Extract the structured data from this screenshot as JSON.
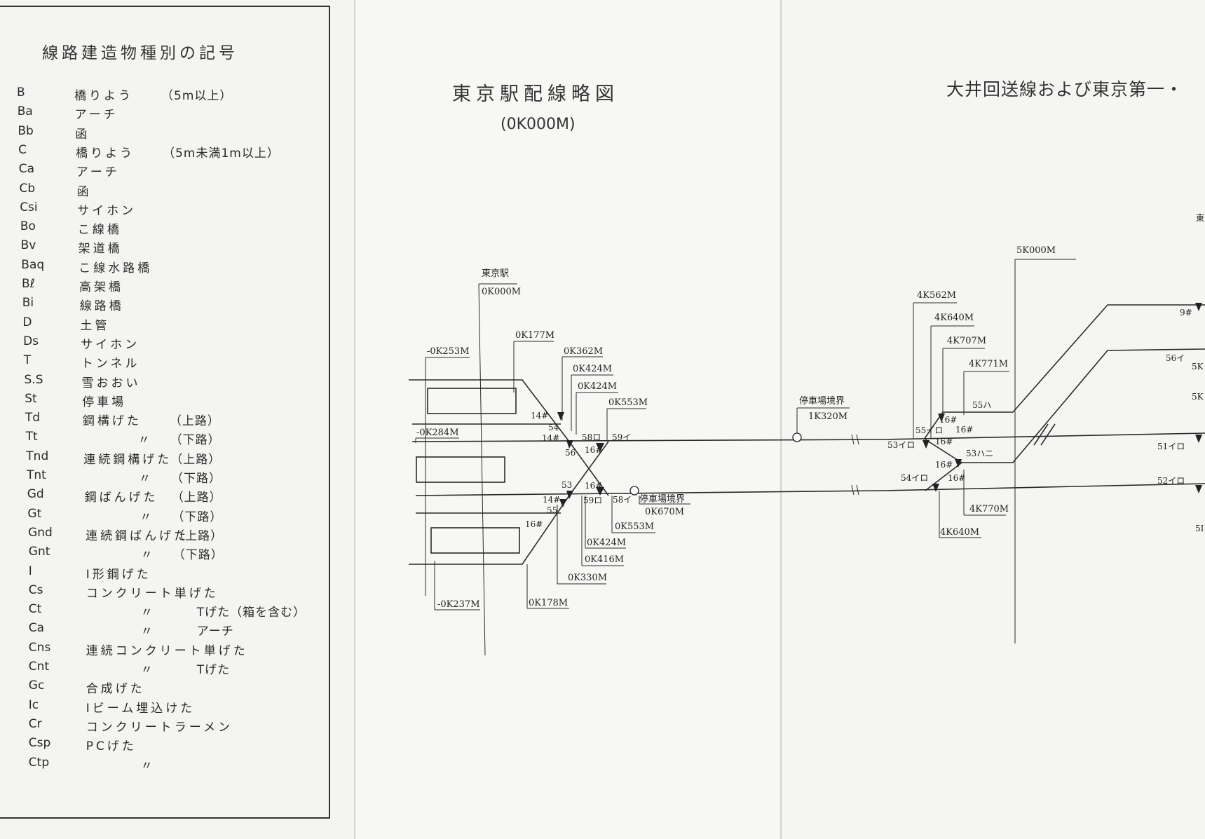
{
  "legend": {
    "title": "線路建造物種別の記号",
    "rows": [
      {
        "code": "B",
        "desc": "橋りよう",
        "note": "（5m以上）"
      },
      {
        "code": "Ba",
        "desc": "アーチ",
        "note": ""
      },
      {
        "code": "Bb",
        "desc": "函",
        "note": ""
      },
      {
        "code": "C",
        "desc": "橋りよう",
        "note": "（5m未満1m以上）"
      },
      {
        "code": "Ca",
        "desc": "アーチ",
        "note": ""
      },
      {
        "code": "Cb",
        "desc": "函",
        "note": ""
      },
      {
        "code": "Csi",
        "desc": "サイホン",
        "note": ""
      },
      {
        "code": "Bo",
        "desc": "こ線橋",
        "note": ""
      },
      {
        "code": "Bv",
        "desc": "架道橋",
        "note": ""
      },
      {
        "code": "Baq",
        "desc": "こ線水路橋",
        "note": ""
      },
      {
        "code": "Bℓ",
        "desc": "高架橋",
        "note": ""
      },
      {
        "code": "Bi",
        "desc": "線路橋",
        "note": ""
      },
      {
        "code": "D",
        "desc": "土管",
        "note": ""
      },
      {
        "code": "Ds",
        "desc": "サイホン",
        "note": ""
      },
      {
        "code": "T",
        "desc": "トンネル",
        "note": ""
      },
      {
        "code": "S.S",
        "desc": "雪おおい",
        "note": ""
      },
      {
        "code": "St",
        "desc": "停車場",
        "note": ""
      },
      {
        "code": "Td",
        "desc": "鋼構げた",
        "note": "（上路）"
      },
      {
        "code": "Tt",
        "desc": "〃",
        "note": "（下路）"
      },
      {
        "code": "Tnd",
        "desc": "連続鋼構げた",
        "note": "（上路）"
      },
      {
        "code": "Tnt",
        "desc": "〃",
        "note": "（下路）"
      },
      {
        "code": "Gd",
        "desc": "鋼ばんげた",
        "note": "（上路）"
      },
      {
        "code": "Gt",
        "desc": "〃",
        "note": "（下路）"
      },
      {
        "code": "Gnd",
        "desc": "連続鋼ばんげた",
        "note": "（上路）"
      },
      {
        "code": "Gnt",
        "desc": "〃",
        "note": "（下路）"
      },
      {
        "code": "I",
        "desc": "I形鋼げた",
        "note": ""
      },
      {
        "code": "Cs",
        "desc": "コンクリート単げた",
        "note": ""
      },
      {
        "code": "Ct",
        "desc": "〃",
        "note": "Tげた（箱を含む）"
      },
      {
        "code": "Ca",
        "desc": "〃",
        "note": "アーチ"
      },
      {
        "code": "Cns",
        "desc": "連続コンクリート単げた",
        "note": ""
      },
      {
        "code": "Cnt",
        "desc": "〃",
        "note": "Tげた"
      },
      {
        "code": "Gc",
        "desc": "合成げた",
        "note": ""
      },
      {
        "code": "Ic",
        "desc": "Iビーム埋込けた",
        "note": ""
      },
      {
        "code": "Cr",
        "desc": "コンクリートラーメン",
        "note": ""
      },
      {
        "code": "Csp",
        "desc": "PCげた",
        "note": ""
      },
      {
        "code": "Ctp",
        "desc": "〃",
        "note": ""
      }
    ]
  },
  "diagram": {
    "title": "東京駅配線略図",
    "subtitle": "(0K000M)",
    "right_title": "大井回送線および東京第一・",
    "labels": {
      "tokyo_station": "東京駅",
      "k0": "0K000M",
      "km253": "-0K253M",
      "k177": "0K177M",
      "k362": "0K362M",
      "k424a": "0K424M",
      "k424b": "0K424M",
      "k553a": "0K553M",
      "km284": "-0K284M",
      "sw14a": "14#",
      "sw54": "54",
      "sw14b": "14#",
      "sw56": "56",
      "sw58ro": "58ロ",
      "sw59i": "59イ",
      "sw16a": "16#",
      "sw53": "53",
      "sw16b": "16#",
      "sw14c": "14#",
      "sw55": "55",
      "sw16c": "16#",
      "sw59ro": "59ロ",
      "sw58i": "58イ",
      "boundary_label": "停車場境界",
      "k670": "0K670M",
      "k553b": "0K553M",
      "k424c": "0K424M",
      "k416": "0K416M",
      "k330": "0K330M",
      "km237": "-0K237M",
      "k178": "0K178M",
      "boundary_label2": "停車場境界",
      "k1320": "1K320M",
      "k5000": "5K000M",
      "k4562": "4K562M",
      "k4640a": "4K640M",
      "k4707": "4K707M",
      "k4771": "4K771M",
      "sw55ha": "55ハ",
      "sw16d": "16#",
      "sw55iro": "55イロ",
      "sw16e": "16#",
      "sw53iro": "53イロ",
      "sw16f": "16#",
      "sw16g": "16#",
      "sw53hani": "53ハニ",
      "sw54iro": "54イロ",
      "sw16h": "16#",
      "k4770": "4K770M",
      "k4640b": "4K640M",
      "sw9": "9#",
      "sw56i": "56イ",
      "sw51iro": "51イロ",
      "sw52iro": "52イロ",
      "edge1": "東",
      "edge2": "5K",
      "edge3": "5K",
      "edge4": "5I"
    }
  }
}
